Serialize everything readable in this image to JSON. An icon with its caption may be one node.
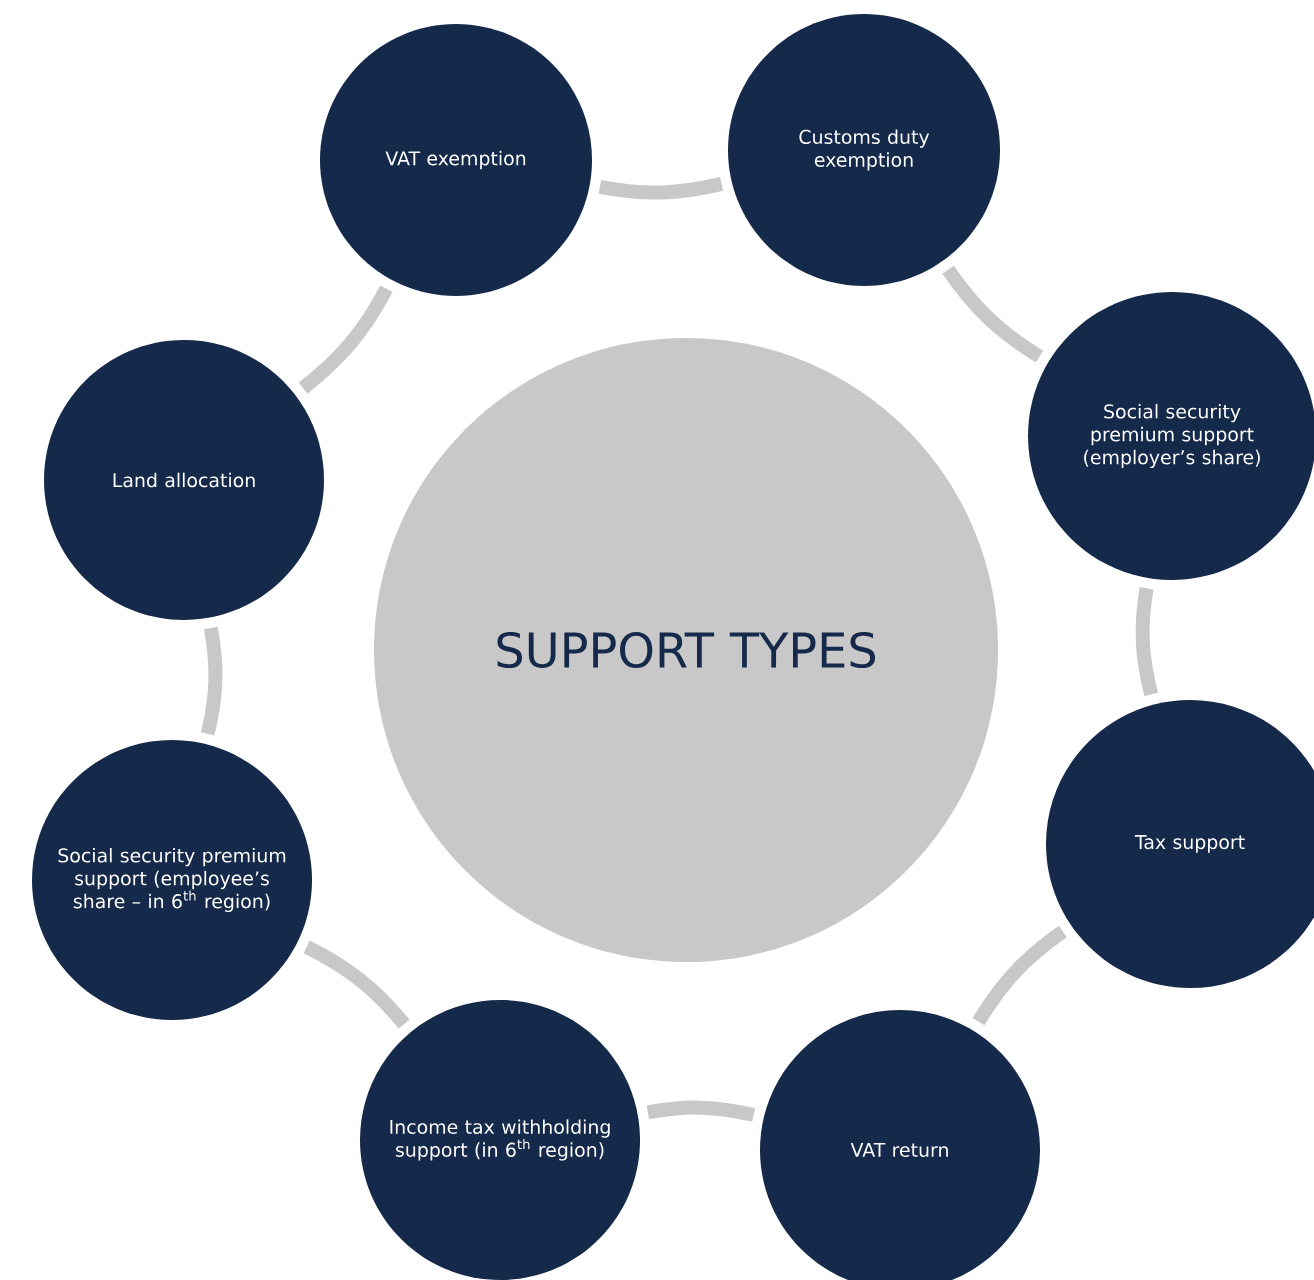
{
  "diagram": {
    "nodes": [
      {
        "text": [
          "SUPPORT TYPES"
        ]
      },
      {
        "text": [
          "VAT exemption"
        ]
      },
      {
        "text": [
          "Customs duty exemption"
        ]
      },
      {
        "text": [
          "Social security premium support (employer’s share)"
        ]
      },
      {
        "text": [
          "Tax support"
        ]
      },
      {
        "text": [
          "VAT return"
        ]
      },
      {
        "text": [
          "Income tax withholding support (in 6$^{th}$ region)"
        ]
      },
      {
        "text": [
          "Social security premium support (employee’s share – in 6$^{th}$ region)"
        ]
      },
      {
        "text": [
          "Land allocation"
        ]
      }
    ],
    "edges": [
      {
        "from": 1,
        "to": 2,
        "arrow": "none"
      },
      {
        "from": 2,
        "to": 3,
        "arrow": "none"
      },
      {
        "from": 3,
        "to": 4,
        "arrow": "none"
      },
      {
        "from": 4,
        "to": 5,
        "arrow": "none"
      },
      {
        "from": 5,
        "to": 6,
        "arrow": "none"
      },
      {
        "from": 6,
        "to": 7,
        "arrow": "none"
      },
      {
        "from": 7,
        "to": 8,
        "arrow": "none"
      },
      {
        "from": 8,
        "to": 1,
        "arrow": "none"
      }
    ]
  }
}
